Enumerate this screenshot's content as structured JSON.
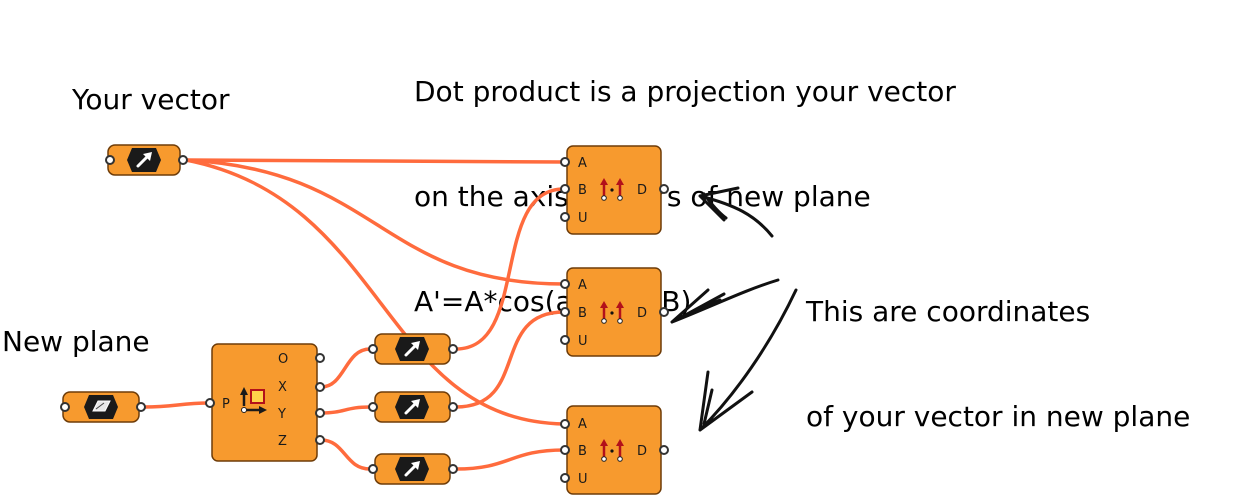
{
  "annotations": {
    "top_note": [
      "Dot product is a projection your vector",
      "on the axis-vectors of new plane",
      "A'=A*cos(angle AB)"
    ],
    "your_vector": "Your vector",
    "new_plane": "New plane",
    "coords_note": [
      "This are coordinates",
      "of your vector in new plane"
    ]
  },
  "components": {
    "deplane": {
      "input": "P",
      "outputs": [
        "O",
        "X",
        "Y",
        "Z"
      ]
    },
    "dot_product": {
      "inputs": [
        "A",
        "B",
        "U"
      ],
      "output": "D"
    }
  },
  "icons": {
    "vector_param": "vector-param-icon",
    "plane_param": "plane-param-icon",
    "deconstruct_plane": "deconstruct-plane-icon",
    "dot_product": "dot-product-icon"
  },
  "colors": {
    "component": "#f79a2e",
    "component_outline": "#6e3c08",
    "wire": "#ff6b3d",
    "icon_dark": "#1a1a1a",
    "icon_arrow": "#b3101a"
  }
}
